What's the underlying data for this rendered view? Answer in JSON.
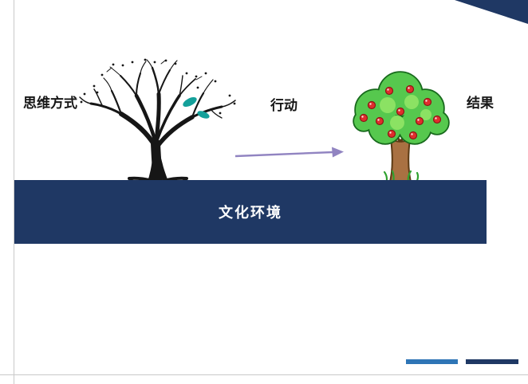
{
  "slide": {
    "labels": {
      "mindset": "思维方式",
      "action": "行动",
      "result": "结果",
      "culture": "文化环境"
    },
    "icons": {
      "left": "bare-tree-icon",
      "middle": "arrow-right-icon",
      "right": "fruit-tree-icon"
    },
    "colors": {
      "navy": "#1F3864",
      "blue": "#2E75B6",
      "arrow": "#9184C1",
      "teal_leaf": "#14A09A",
      "foliage": "#56C84E",
      "apple": "#E02D2D"
    }
  }
}
